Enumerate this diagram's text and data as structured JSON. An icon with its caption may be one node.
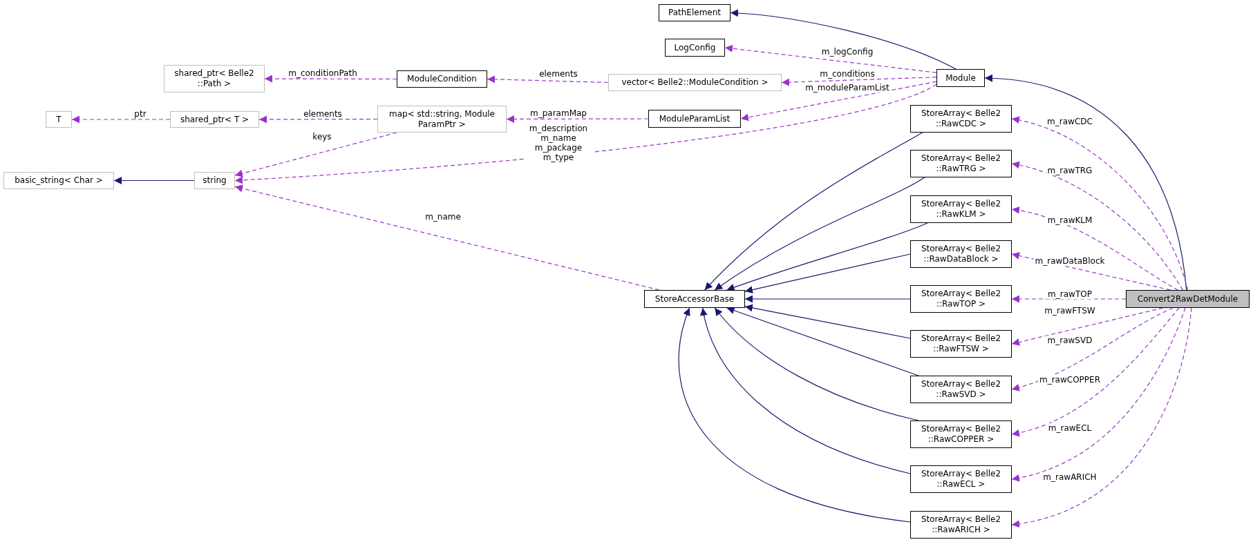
{
  "diagram": {
    "nodes": [
      {
        "text": [
          "Convert2RawDetModule"
        ]
      },
      {
        "text": [
          "Module"
        ]
      },
      {
        "text": [
          "PathElement"
        ]
      },
      {
        "text": [
          "LogConfig"
        ]
      },
      {
        "text": [
          "vector< Belle2::ModuleCondition >"
        ]
      },
      {
        "text": [
          "ModuleCondition"
        ]
      },
      {
        "text": [
          "shared_ptr< Belle2 ::Path >"
        ]
      },
      {
        "text": [
          "ModuleParamList"
        ]
      },
      {
        "text": [
          "map< std::string, Module ParamPtr >"
        ]
      },
      {
        "text": [
          "shared_ptr< T >"
        ]
      },
      {
        "text": [
          "T"
        ]
      },
      {
        "text": [
          "string"
        ]
      },
      {
        "text": [
          "basic_string< Char >"
        ]
      },
      {
        "text": [
          "StoreAccessorBase"
        ]
      },
      {
        "text": [
          "StoreArray< Belle2 ::RawCDC >"
        ]
      },
      {
        "text": [
          "StoreArray< Belle2 ::RawTRG >"
        ]
      },
      {
        "text": [
          "StoreArray< Belle2 ::RawKLM >"
        ]
      },
      {
        "text": [
          "StoreArray< Belle2 ::RawDataBlock >"
        ]
      },
      {
        "text": [
          "StoreArray< Belle2 ::RawTOP >"
        ]
      },
      {
        "text": [
          "StoreArray< Belle2 ::RawFTSW >"
        ]
      },
      {
        "text": [
          "StoreArray< Belle2 ::RawSVD >"
        ]
      },
      {
        "text": [
          "StoreArray< Belle2 ::RawCOPPER >"
        ]
      },
      {
        "text": [
          "StoreArray< Belle2 ::RawECL >"
        ]
      },
      {
        "text": [
          "StoreArray< Belle2 ::RawARICH >"
        ]
      }
    ],
    "edges": [
      {
        "from": 1,
        "to": 2,
        "arrow": "to",
        "color": "#191970"
      },
      {
        "from": 0,
        "to": 1,
        "arrow": "to",
        "color": "#191970"
      },
      {
        "from": 1,
        "to": 3,
        "arrow": "to",
        "label": "m_logConfig",
        "style": "dashed"
      },
      {
        "from": 1,
        "to": 4,
        "arrow": "to",
        "label": "m_conditions",
        "style": "dashed"
      },
      {
        "from": 1,
        "to": 7,
        "arrow": "to",
        "label": "m_moduleParamList",
        "style": "dashed"
      },
      {
        "from": 1,
        "to": 11,
        "arrow": "to",
        "label": "m_description m_name m_package m_type",
        "style": "dashed"
      },
      {
        "from": 4,
        "to": 5,
        "arrow": "to",
        "label": "elements",
        "style": "dashed"
      },
      {
        "from": 5,
        "to": 6,
        "arrow": "to",
        "label": "m_conditionPath",
        "style": "dashed"
      },
      {
        "from": 7,
        "to": 8,
        "arrow": "to",
        "label": "m_paramMap",
        "style": "dashed"
      },
      {
        "from": 8,
        "to": 9,
        "arrow": "to",
        "label": "elements",
        "style": "dashed"
      },
      {
        "from": 9,
        "to": 10,
        "arrow": "to",
        "label": "ptr",
        "style": "dashed"
      },
      {
        "from": 8,
        "to": 11,
        "arrow": "to",
        "label": "keys",
        "style": "dashed"
      },
      {
        "from": 11,
        "to": 12,
        "arrow": "to",
        "color": "#191970"
      },
      {
        "from": 13,
        "to": 11,
        "arrow": "to",
        "label": "m_name",
        "style": "dashed"
      },
      {
        "from": 14,
        "to": 13,
        "arrow": "to",
        "color": "#191970"
      },
      {
        "from": 15,
        "to": 13,
        "arrow": "to",
        "color": "#191970"
      },
      {
        "from": 16,
        "to": 13,
        "arrow": "to",
        "color": "#191970"
      },
      {
        "from": 17,
        "to": 13,
        "arrow": "to",
        "color": "#191970"
      },
      {
        "from": 18,
        "to": 13,
        "arrow": "to",
        "color": "#191970"
      },
      {
        "from": 19,
        "to": 13,
        "arrow": "to",
        "color": "#191970"
      },
      {
        "from": 20,
        "to": 13,
        "arrow": "to",
        "color": "#191970"
      },
      {
        "from": 21,
        "to": 13,
        "arrow": "to",
        "color": "#191970"
      },
      {
        "from": 22,
        "to": 13,
        "arrow": "to",
        "color": "#191970"
      },
      {
        "from": 23,
        "to": 13,
        "arrow": "to",
        "color": "#191970"
      },
      {
        "from": 0,
        "to": 14,
        "arrow": "to",
        "label": "m_rawCDC",
        "style": "dashed"
      },
      {
        "from": 0,
        "to": 15,
        "arrow": "to",
        "label": "m_rawTRG",
        "style": "dashed"
      },
      {
        "from": 0,
        "to": 16,
        "arrow": "to",
        "label": "m_rawKLM",
        "style": "dashed"
      },
      {
        "from": 0,
        "to": 17,
        "arrow": "to",
        "label": "m_rawDataBlock",
        "style": "dashed"
      },
      {
        "from": 0,
        "to": 18,
        "arrow": "to",
        "label": "m_rawTOP",
        "style": "dashed"
      },
      {
        "from": 0,
        "to": 19,
        "arrow": "to",
        "label": "m_rawFTSW",
        "style": "dashed"
      },
      {
        "from": 0,
        "to": 20,
        "arrow": "to",
        "label": "m_rawSVD",
        "style": "dashed"
      },
      {
        "from": 0,
        "to": 21,
        "arrow": "to",
        "label": "m_rawCOPPER",
        "style": "dashed"
      },
      {
        "from": 0,
        "to": 22,
        "arrow": "to",
        "label": "m_rawECL",
        "style": "dashed"
      },
      {
        "from": 0,
        "to": 23,
        "arrow": "to",
        "label": "m_rawARICH",
        "style": "dashed"
      }
    ]
  }
}
